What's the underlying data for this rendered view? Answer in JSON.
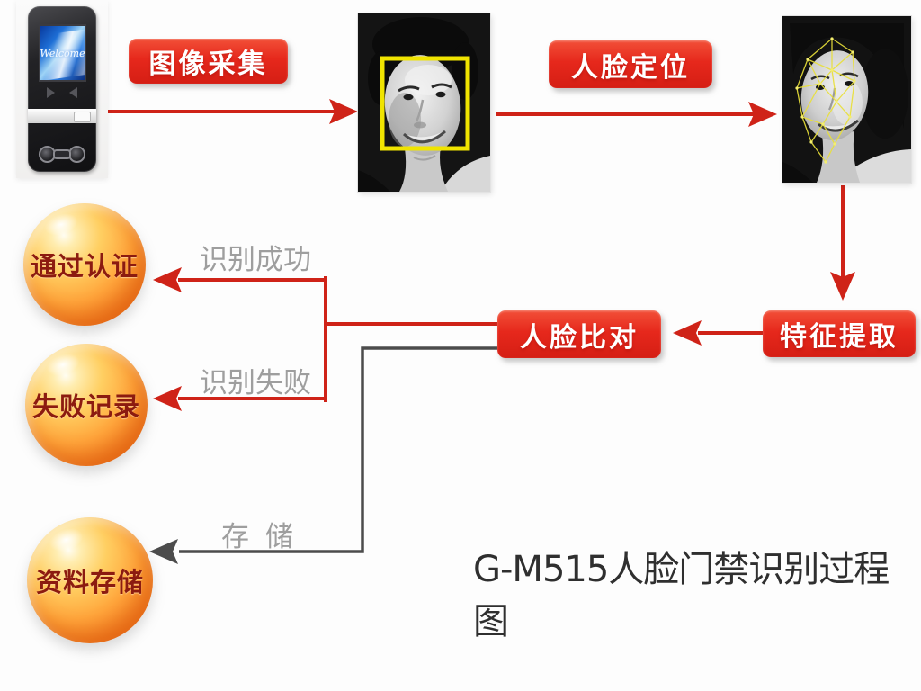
{
  "diagram": {
    "title": "G-M515人脸门禁识别过程图",
    "device": {
      "screen_text": "Welcome"
    },
    "process_steps": [
      {
        "label": "图像采集"
      },
      {
        "label": "人脸定位"
      },
      {
        "label": "特征提取"
      },
      {
        "label": "人脸比对"
      }
    ],
    "outcomes": [
      {
        "label": "通过认证",
        "edge_label": "识别成功"
      },
      {
        "label": "失败记录",
        "edge_label": "识别失败"
      },
      {
        "label": "资料存储",
        "edge_label": "存 储"
      }
    ],
    "colors": {
      "arrow_red": "#cf2318",
      "link_gray": "#4c4c4c",
      "step_button_red": "#e6281c",
      "highlight_yellow": "#f0e400",
      "mesh_yellow": "#e8e03a",
      "edge_label_gray": "#9e9e9e",
      "sphere_orange": "#ff9430",
      "sphere_text_maroon": "#8c1b10"
    }
  }
}
